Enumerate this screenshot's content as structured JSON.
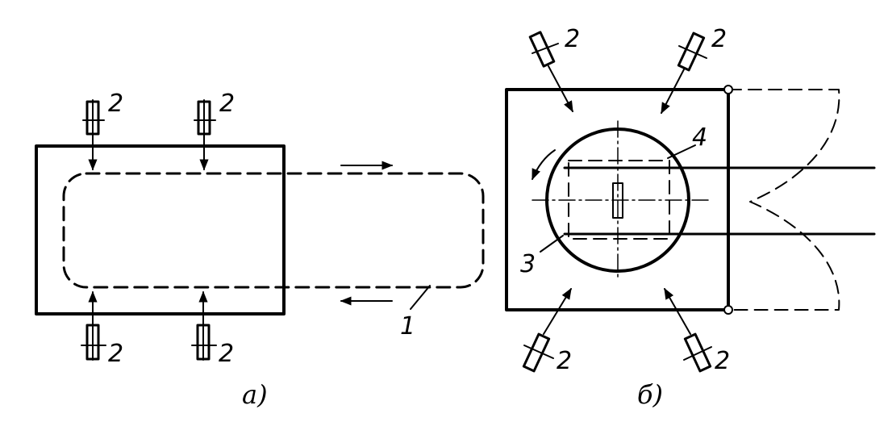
{
  "labels": {
    "sensor": "2",
    "path": "1",
    "rotor": "3",
    "workpiece": "4"
  },
  "captions": {
    "left": "а)",
    "right": "б)"
  }
}
